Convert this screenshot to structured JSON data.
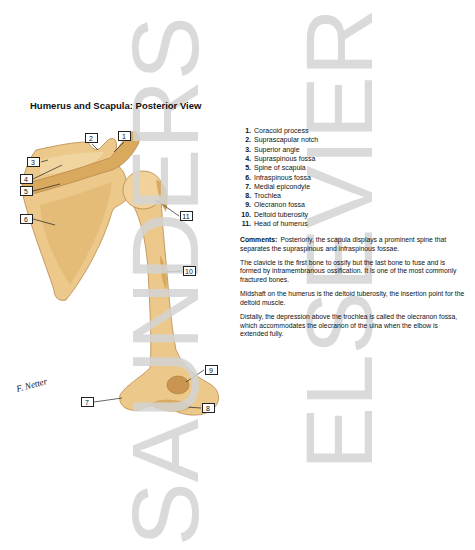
{
  "diagram": {
    "title": "Humerus and Scapula: Posterior View",
    "nodes": [
      {
        "text": [
          "1"
        ]
      },
      {
        "text": [
          "2"
        ]
      },
      {
        "text": [
          "3"
        ]
      },
      {
        "text": [
          "4"
        ]
      },
      {
        "text": [
          "5"
        ]
      },
      {
        "text": [
          "6"
        ]
      },
      {
        "text": [
          "7"
        ]
      },
      {
        "text": [
          "8"
        ]
      },
      {
        "text": [
          "9"
        ]
      },
      {
        "text": [
          "10"
        ]
      },
      {
        "text": [
          "11"
        ]
      }
    ],
    "labels": [
      "1.",
      "Coracoid process",
      "2.",
      "Suprascapular notch",
      "3.",
      "Superior angle",
      "4.",
      "Supraspinous fossa",
      "5.",
      "Spine of scapula",
      "6.",
      "Infraspinous fossa",
      "7.",
      "Medial epicondyle",
      "8.",
      "Trochlea",
      "9.",
      "Olecranon fossa",
      "10.",
      "Deltoid tuberosity",
      "11.",
      "Head of humerus",
      "Comments:",
      "Posteriorly, the scapula displays a prominent spine that separates the supraspinous and infraspinous fossae.",
      "The clavicle is the first bone to ossify but the last bone to fuse and is formed by intramembranous ossification. It is one of the most commonly fractured bones.",
      "Midshaft on the humerus is the deltoid tuberosity, the insertion point for the deltoid muscle.",
      "Distally, the depression above the trochlea is called the olecranon fossa, which accommodates the olecranon of the ulna when the elbow is extended fully.",
      "SAUNDERS",
      "ELSEVIER",
      "F. Netter"
    ]
  }
}
